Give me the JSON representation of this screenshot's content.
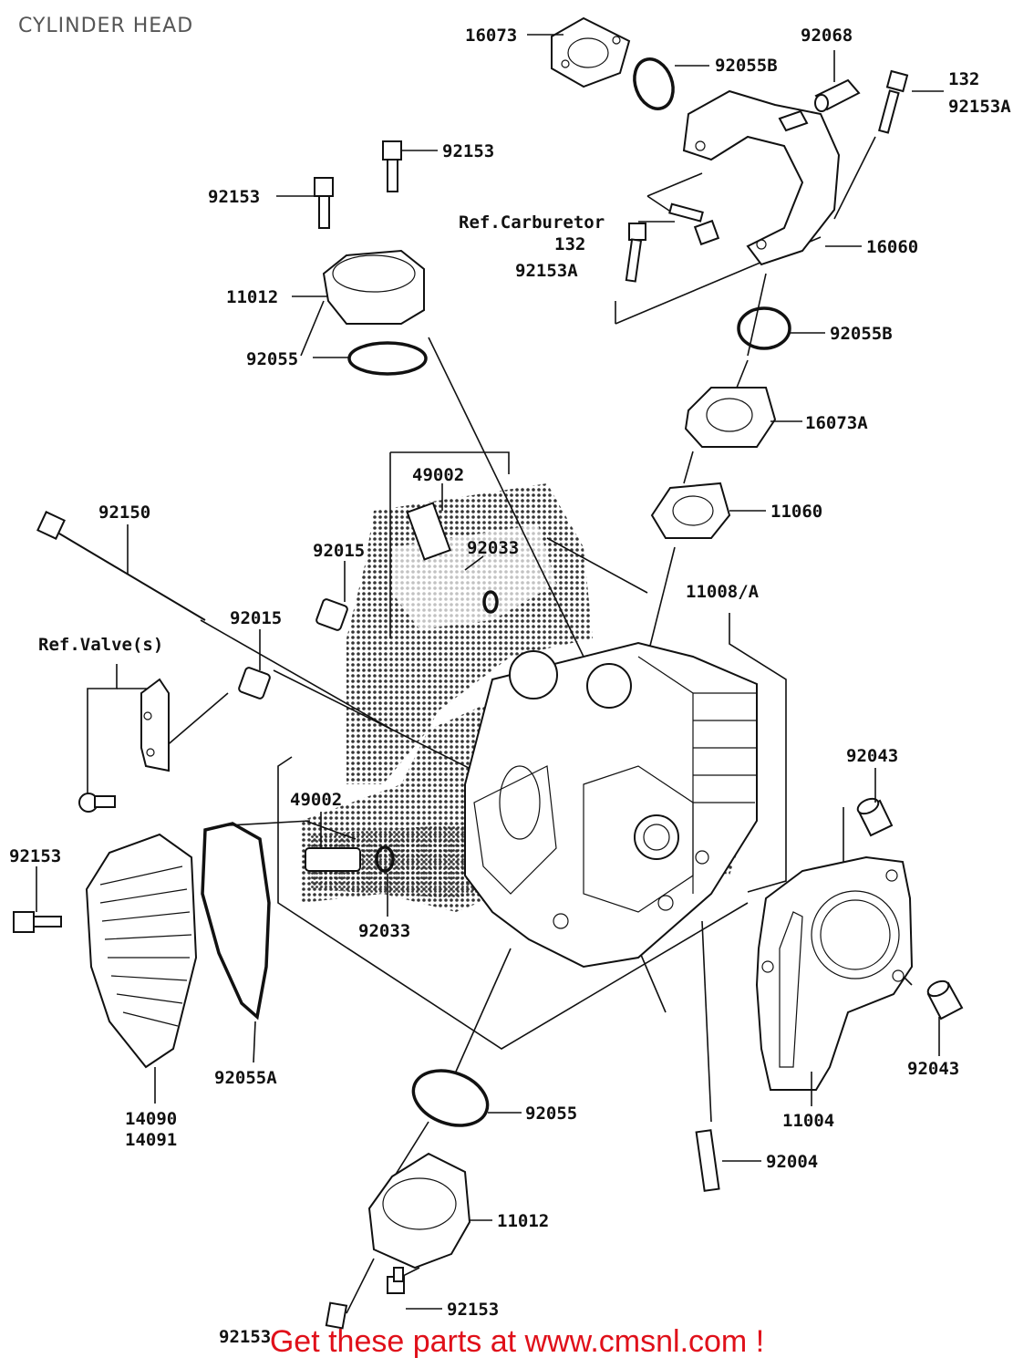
{
  "title": "CYLINDER HEAD",
  "footer": "Get these parts at www.cmsnl.com !",
  "labels": {
    "p16073": "16073",
    "p92068": "92068",
    "p92055B_top": "92055B",
    "p132_top": "132",
    "p92153A_top": "92153A",
    "p92153_a": "92153",
    "p92153_b": "92153",
    "ref_carb": "Ref.Carburetor",
    "p132_mid": "132",
    "p92153A_mid": "92153A",
    "p16060": "16060",
    "p11012_top": "11012",
    "p92055B_mid": "92055B",
    "p92055_top": "92055",
    "p16073A": "16073A",
    "p49002_top": "49002",
    "p92033_top": "92033",
    "p11060": "11060",
    "p92150": "92150",
    "p92015_a": "92015",
    "p11008A": "11008/A",
    "p92015_b": "92015",
    "ref_valve": "Ref.Valve(s)",
    "p92043_top": "92043",
    "p49002_mid": "49002",
    "p92153_left": "92153",
    "p92033_mid": "92033",
    "p92055A": "92055A",
    "p92043_bot": "92043",
    "p14090": "14090",
    "p14091": "14091",
    "p11004": "11004",
    "p92055_bot": "92055",
    "p92004": "92004",
    "p11012_bot": "11012",
    "p92153_bot": "92153",
    "p92153_cut": "92153"
  }
}
